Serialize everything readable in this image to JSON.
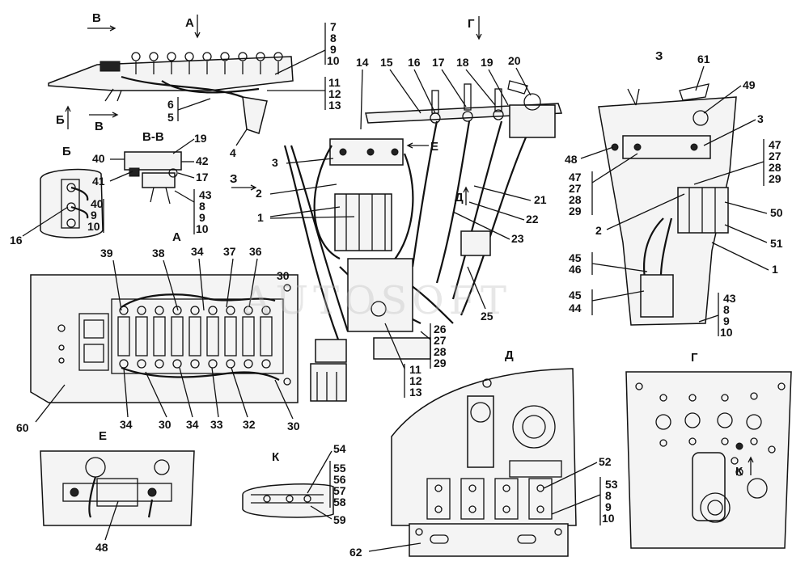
{
  "view_letters": {
    "a": "А",
    "b": "Б",
    "v": "В",
    "vv": "В-В",
    "g": "Г",
    "d": "Д",
    "e": "Е",
    "z": "З",
    "k": "К"
  },
  "watermark": "AUTOSOFT",
  "numbers": {
    "n1": "1",
    "n2": "2",
    "n3": "3",
    "n4": "4",
    "n5": "5",
    "n6": "6",
    "n7": "7",
    "n8": "8",
    "n9": "9",
    "n10": "10",
    "n11": "11",
    "n12": "12",
    "n13": "13",
    "n14": "14",
    "n15": "15",
    "n16": "16",
    "n17": "17",
    "n18": "18",
    "n19": "19",
    "n20": "20",
    "n21": "21",
    "n22": "22",
    "n23": "23",
    "n25": "25",
    "n26": "26",
    "n27": "27",
    "n28": "28",
    "n29": "29",
    "n30": "30",
    "n32": "32",
    "n33": "33",
    "n34": "34",
    "n36": "36",
    "n37": "37",
    "n38": "38",
    "n39": "39",
    "n40": "40",
    "n41": "41",
    "n42": "42",
    "n43": "43",
    "n44": "44",
    "n45": "45",
    "n46": "46",
    "n47": "47",
    "n48": "48",
    "n49": "49",
    "n50": "50",
    "n51": "51",
    "n52": "52",
    "n53": "53",
    "n54": "54",
    "n55": "55",
    "n56": "56",
    "n57": "57",
    "n58": "58",
    "n59": "59",
    "n60": "60",
    "n61": "61",
    "n62": "62"
  }
}
